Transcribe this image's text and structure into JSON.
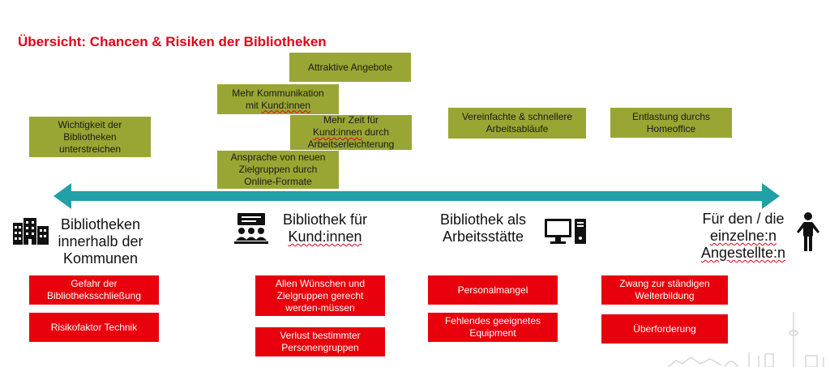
{
  "title": "Übersicht: Chancen & Risiken der Bibliotheken",
  "colors": {
    "title": "#e2001a",
    "opportunity": "#9aa633",
    "risk": "#e8000d",
    "arrow": "#21a0a8"
  },
  "opportunities": {
    "wichtigkeit": [
      "Wichtigkeit der",
      "Bibliotheken",
      "unterstreichen"
    ],
    "angebote": "Attraktive Angebote",
    "kommunikation": [
      "Mehr Kommunikation",
      "mit ",
      "Kund:innen"
    ],
    "mehrzeit": [
      "Mehr Zeit für",
      "Kund:innen",
      " durch",
      "Arbeitserleichterung"
    ],
    "ansprache": [
      "Ansprache von neuen",
      "Zielgruppen durch",
      "Online-Formate"
    ],
    "vereinfacht": [
      "Vereinfachte & schnellere",
      "Arbeitsabläufe"
    ],
    "entlastung": [
      "Entlastung durchs",
      "Homeoffice"
    ]
  },
  "categories": {
    "kommunen": [
      "Bibliotheken",
      "innerhalb der",
      "Kommunen"
    ],
    "kundinnen": [
      "Bibliothek für",
      "Kund:innen"
    ],
    "arbeitsstaette": [
      "Bibliothek als",
      "Arbeitsstätte"
    ],
    "angestellte": [
      "Für den / die",
      "einzelne:n",
      "Angestellte:n"
    ]
  },
  "icons": {
    "kommunen": "buildings-icon",
    "kundinnen": "audience-presentation-icon",
    "arbeitsstaette": "computer-workstation-icon",
    "angestellte": "person-icon",
    "skyline": "city-skyline-icon"
  },
  "risks": {
    "schliessung": [
      "Gefahr der",
      "Bibliotheksschließung"
    ],
    "technik": "Risikofaktor Technik",
    "wuensche": [
      "Allen Wünschen und",
      "Zielgruppen gerecht",
      "werden-müssen"
    ],
    "verlust": [
      "Verlust bestimmter",
      "Personengruppen"
    ],
    "personalmangel": "Personalmangel",
    "equipment": [
      "Fehlendes geeignetes",
      "Equipment"
    ],
    "weiterbildung": [
      "Zwang zur ständigen",
      "Welterbildung"
    ],
    "ueberforderung": "Überforderung"
  }
}
